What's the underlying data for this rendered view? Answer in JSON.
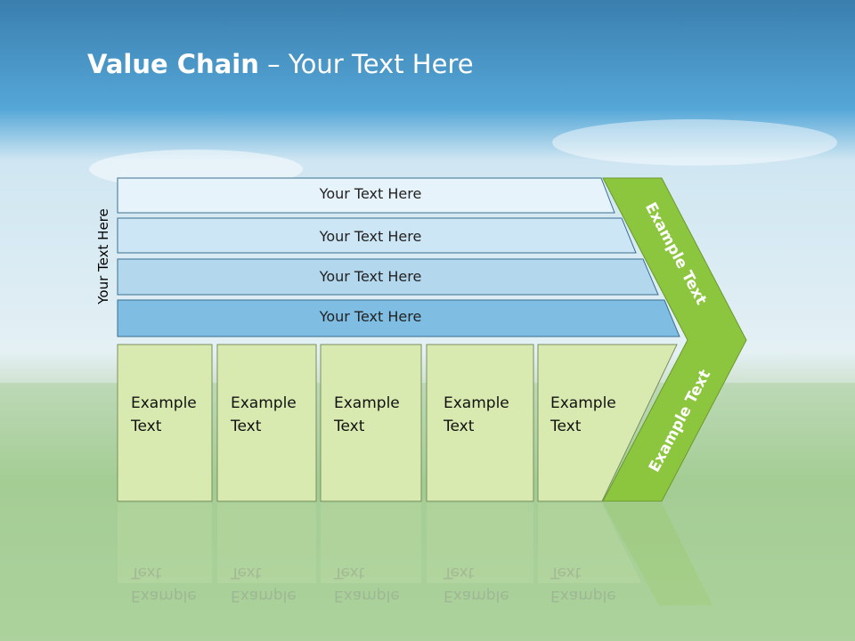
{
  "title": {
    "bold": "Value Chain",
    "rest": " – Your Text Here"
  },
  "side_label": "Your Text Here",
  "rows": [
    {
      "label": "Your Text Here"
    },
    {
      "label": "Your Text Here"
    },
    {
      "label": "Your Text Here"
    },
    {
      "label": "Your Text Here"
    }
  ],
  "boxes": [
    {
      "line1": "Example",
      "line2": "Text"
    },
    {
      "line1": "Example",
      "line2": "Text"
    },
    {
      "line1": "Example",
      "line2": "Text"
    },
    {
      "line1": "Example",
      "line2": "Text"
    },
    {
      "line1": "Example",
      "line2": "Text"
    }
  ],
  "chevron": {
    "upper": "Example Text",
    "lower": "Example Text"
  },
  "colors": {
    "sky": "#4a9fd4",
    "row1": "#e6f3fb",
    "row2": "#cde6f5",
    "row3": "#b3d8ee",
    "row4": "#7fbde3",
    "box": "#d9eab0",
    "chevron": "#8cc63f",
    "border": "#3a6f90"
  }
}
